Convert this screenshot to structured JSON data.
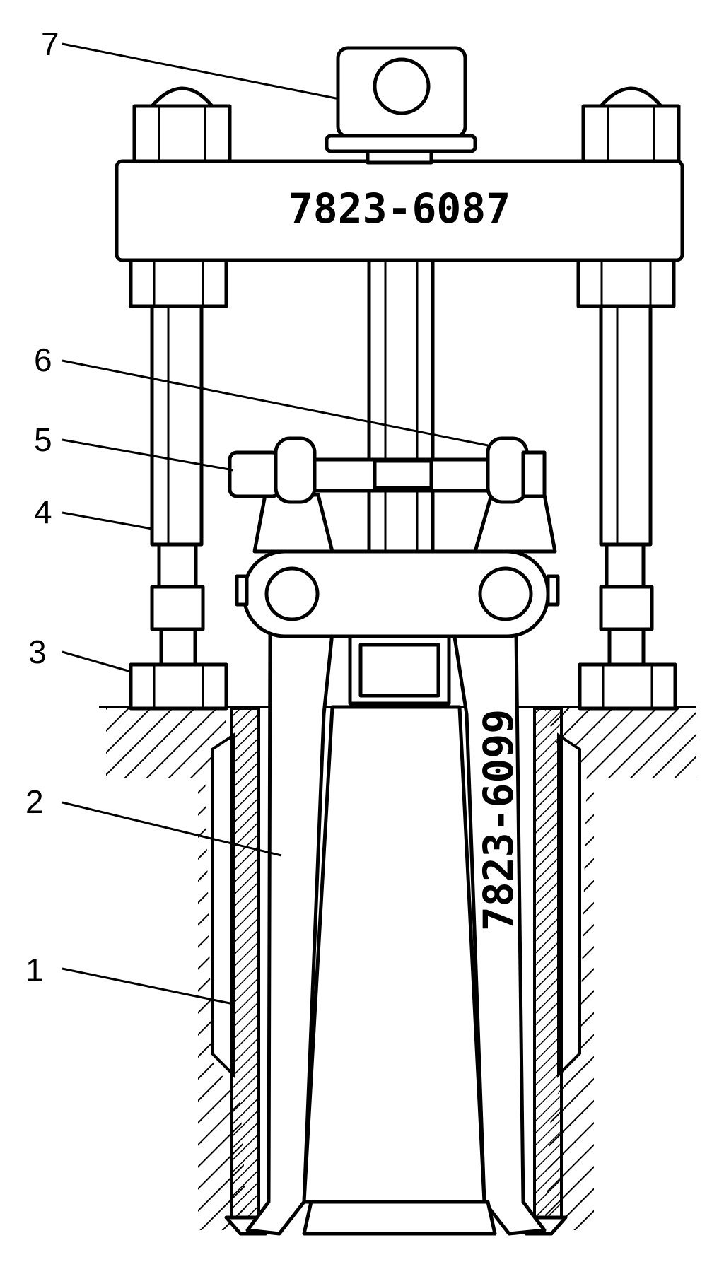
{
  "figure": {
    "crossbar_marking": "7823-6087",
    "puller_arm_marking": "7823-6099",
    "callouts": [
      {
        "id": "callout-1",
        "label": "1"
      },
      {
        "id": "callout-2",
        "label": "2"
      },
      {
        "id": "callout-3",
        "label": "3"
      },
      {
        "id": "callout-4",
        "label": "4"
      },
      {
        "id": "callout-5",
        "label": "5"
      },
      {
        "id": "callout-6",
        "label": "6"
      },
      {
        "id": "callout-7",
        "label": "7"
      }
    ]
  },
  "colors": {
    "ink": "#000000",
    "paper": "#ffffff"
  }
}
